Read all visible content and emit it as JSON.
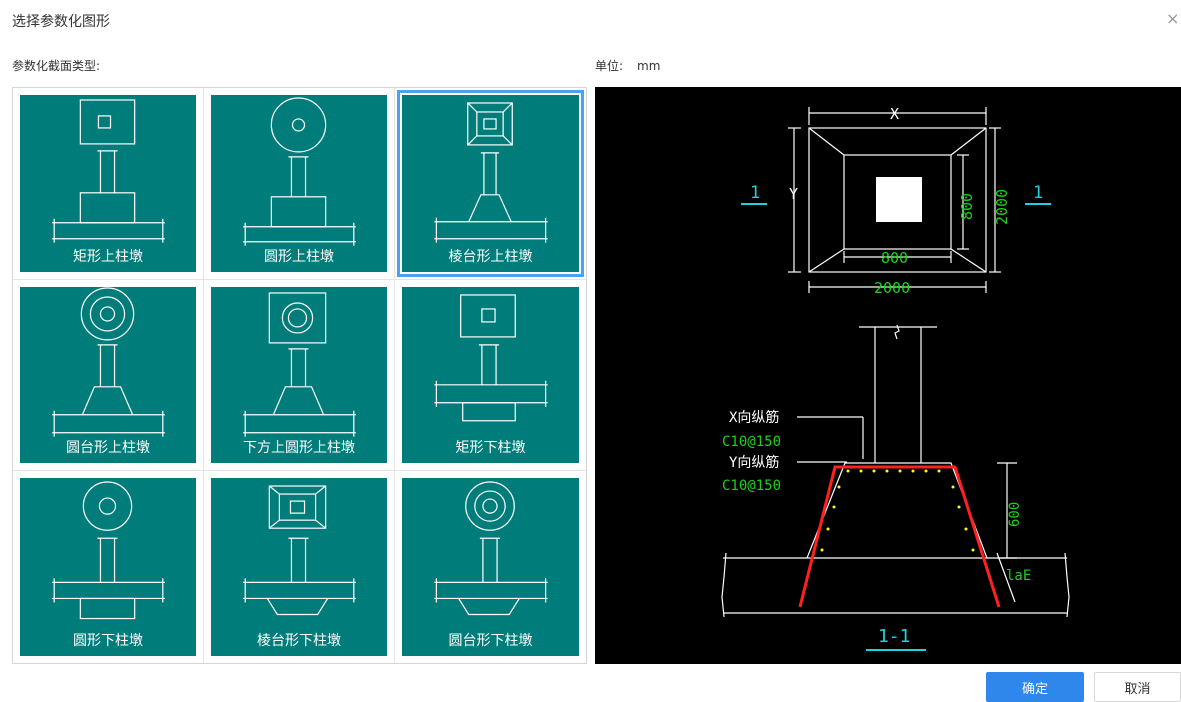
{
  "dialog": {
    "title": "选择参数化图形",
    "close": "×"
  },
  "left": {
    "label": "参数化截面类型:"
  },
  "unit": {
    "label": "单位:",
    "value": "mm"
  },
  "shapes": [
    {
      "label": "矩形上柱墩"
    },
    {
      "label": "圆形上柱墩"
    },
    {
      "label": "棱台形上柱墩"
    },
    {
      "label": "圆台形上柱墩"
    },
    {
      "label": "下方上圆形上柱墩"
    },
    {
      "label": "矩形下柱墩"
    },
    {
      "label": "圆形下柱墩"
    },
    {
      "label": "棱台形下柱墩"
    },
    {
      "label": "圆台形下柱墩"
    }
  ],
  "selected_index": 2,
  "preview": {
    "dim_x": "X",
    "dim_y": "Y",
    "dim_inner_h": "800",
    "dim_inner_w": "800",
    "dim_outer_h": "2000",
    "dim_outer_w": "2000",
    "section_mark": "1",
    "x_rebar_label": "X向纵筋",
    "x_rebar_value": "C10@150",
    "y_rebar_label": "Y向纵筋",
    "y_rebar_value": "C10@150",
    "dim_height": "600",
    "anchor_label": "laE",
    "section_title": "1-1"
  },
  "buttons": {
    "ok": "确定",
    "cancel": "取消"
  }
}
